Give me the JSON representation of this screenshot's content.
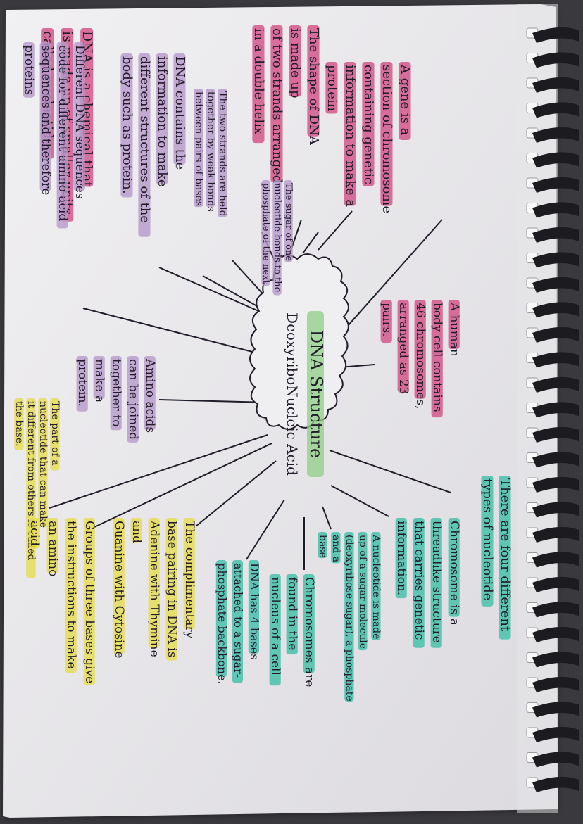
{
  "colors": {
    "paper": "#ecebed",
    "pink": "#d24f86",
    "purple": "#b79acb",
    "teal": "#3fbfa8",
    "yellow": "#e6dc4f",
    "green": "#8fcf86",
    "ink": "#221c2a",
    "binding": "#1c1b1f"
  },
  "center": {
    "title": "DNA Structure",
    "subtitle": "DeoxyriboNucleic Acid"
  },
  "notes": [
    {
      "color": "pink",
      "lines": [
        "DNA is a chemical that",
        "is made up of smaller units",
        "called nucleotides"
      ]
    },
    {
      "color": "pink",
      "lines": [
        "A human",
        "body cell contains",
        "46 chromosomes,",
        "arranged as 23",
        "pairs."
      ]
    },
    {
      "color": "pink",
      "lines": [
        "A gene is a",
        "section of chromosome",
        "containing genetic",
        "information to make a",
        "protein"
      ]
    },
    {
      "color": "pink",
      "lines": [
        "The shape of DNA",
        "is made up",
        "of two strands arranged",
        "in a double helix"
      ]
    },
    {
      "color": "purple",
      "lines": [
        "The sugar of one",
        "nucleotide bonds to the",
        "phosphate of the next"
      ]
    },
    {
      "color": "purple",
      "lines": [
        "The two strands are held",
        "together by weak bonds",
        "between pairs of bases"
      ]
    },
    {
      "color": "purple",
      "lines": [
        "DNA contains the",
        "information to make",
        "different structures of the",
        "body such as protein."
      ]
    },
    {
      "color": "purple",
      "lines": [
        "Different DNA sequences",
        "code for different amino acid",
        "sequences and therefore",
        "proteins"
      ]
    },
    {
      "color": "purple",
      "lines": [
        "Amino acids",
        "can be joined",
        "together to",
        "make a",
        "protein."
      ]
    },
    {
      "color": "yellow",
      "lines": [
        "The part of a",
        "nucleotide that can make",
        "it different from others is called",
        "the base."
      ]
    },
    {
      "color": "yellow",
      "lines": [
        "Groups of three bases give",
        "the instructions to make",
        "an amino",
        "acid"
      ]
    },
    {
      "color": "yellow",
      "lines": [
        "The complimentary",
        "base pairing in DNA is",
        "Adenine with Thymine",
        "and",
        "Guanine with Cytosine"
      ]
    },
    {
      "color": "teal",
      "lines": [
        "There are four different",
        "types of nucleotide"
      ]
    },
    {
      "color": "teal",
      "lines": [
        "Chromosome is a",
        "threadlike structure",
        "that carries genetic",
        "information."
      ]
    },
    {
      "color": "teal",
      "lines": [
        "A nucleotide is made",
        "up of a sugar molecule",
        "(deoxyribose sugar), a phosphate",
        "and a",
        "base"
      ]
    },
    {
      "color": "teal",
      "lines": [
        "Chromosomes are",
        "found in the",
        "nucleus of a cell"
      ]
    },
    {
      "color": "teal",
      "lines": [
        "DNA has 4 bases",
        "attached to a sugar-",
        "phosphate backbone."
      ]
    }
  ]
}
